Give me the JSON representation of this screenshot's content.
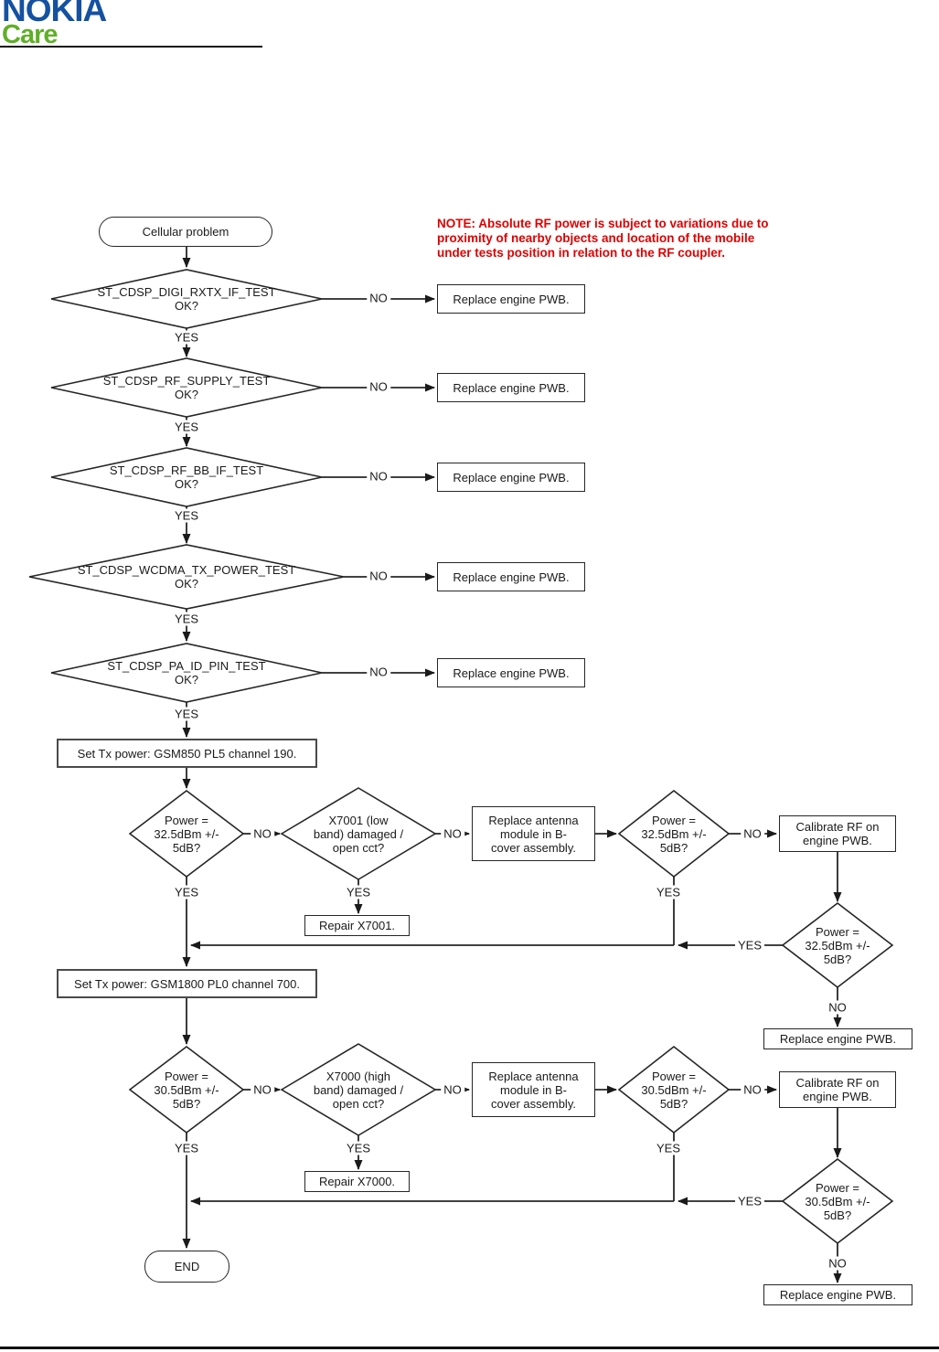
{
  "header": {
    "brand_top": "NOKIA",
    "brand_bottom": "Care"
  },
  "note": "NOTE: Absolute RF power is subject to variations due to\nproximity of nearby objects and location of the mobile\nunder tests position in relation to the RF coupler.",
  "labels": {
    "yes": "YES",
    "no": "NO"
  },
  "nodes": {
    "start": "Cellular problem",
    "d_digi": "ST_CDSP_DIGI_RXTX_IF_TEST\nOK?",
    "d_supply": "ST_CDSP_RF_SUPPLY_TEST\nOK?",
    "d_bb": "ST_CDSP_RF_BB_IF_TEST\nOK?",
    "d_wcdma": "ST_CDSP_WCDMA_TX_POWER_TEST\nOK?",
    "d_pa": "ST_CDSP_PA_ID_PIN_TEST\nOK?",
    "replace_pwb": "Replace engine PWB.",
    "set_tx_850": "Set Tx power: GSM850 PL5 channel 190.",
    "set_tx_1800": "Set Tx power: GSM1800 PL0 channel 700.",
    "d_power_325": "Power =\n32.5dBm +/-\n5dB?",
    "d_power_305": "Power =\n30.5dBm +/-\n5dB?",
    "d_x7001": "X7001 (low\nband) damaged /\nopen cct?",
    "d_x7000": "X7000 (high\nband) damaged /\nopen cct?",
    "replace_antenna": "Replace antenna\nmodule in B-\ncover assembly.",
    "calibrate_rf": "Calibrate RF on\nengine PWB.",
    "repair_x7001": "Repair X7001.",
    "repair_x7000": "Repair X7000.",
    "end": "END"
  },
  "colors": {
    "nokia_blue": "#1551a0",
    "care_green": "#5faf27",
    "note_red": "#e00000",
    "line": "#262626"
  }
}
